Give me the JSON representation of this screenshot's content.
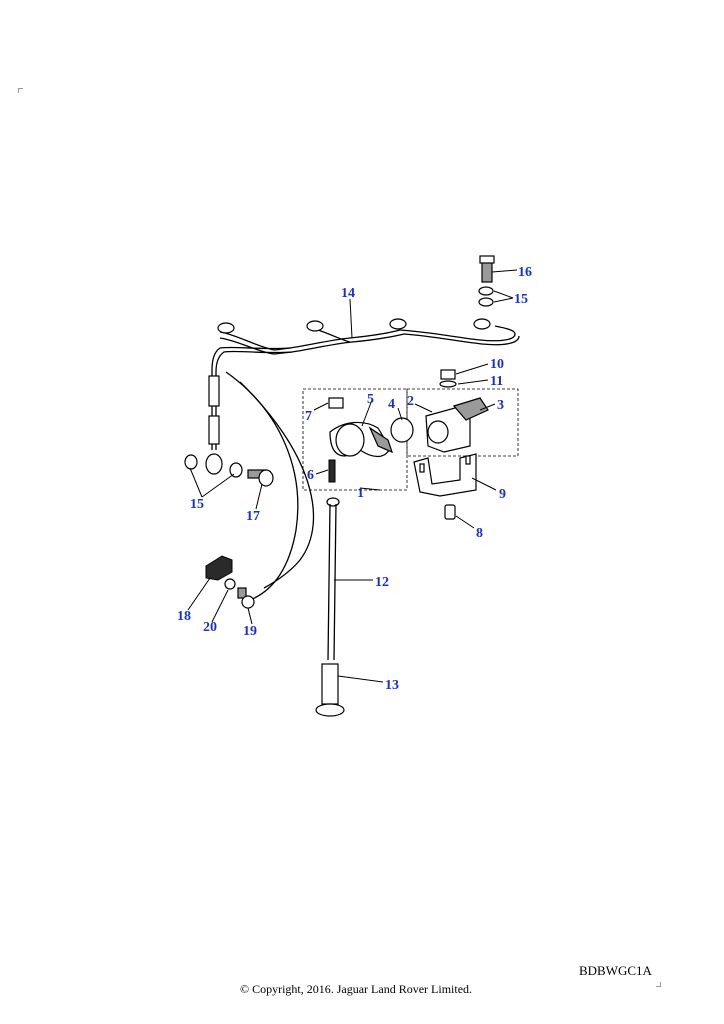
{
  "diagram": {
    "callouts": [
      "1",
      "2",
      "3",
      "4",
      "5",
      "6",
      "7",
      "8",
      "9",
      "10",
      "11",
      "12",
      "13",
      "14",
      "15",
      "15",
      "16",
      "17",
      "18",
      "19",
      "20"
    ]
  },
  "footer": {
    "ref_code": "BDBWGC1A",
    "copyright": "© Copyright, 2016. Jaguar Land Rover Limited."
  }
}
